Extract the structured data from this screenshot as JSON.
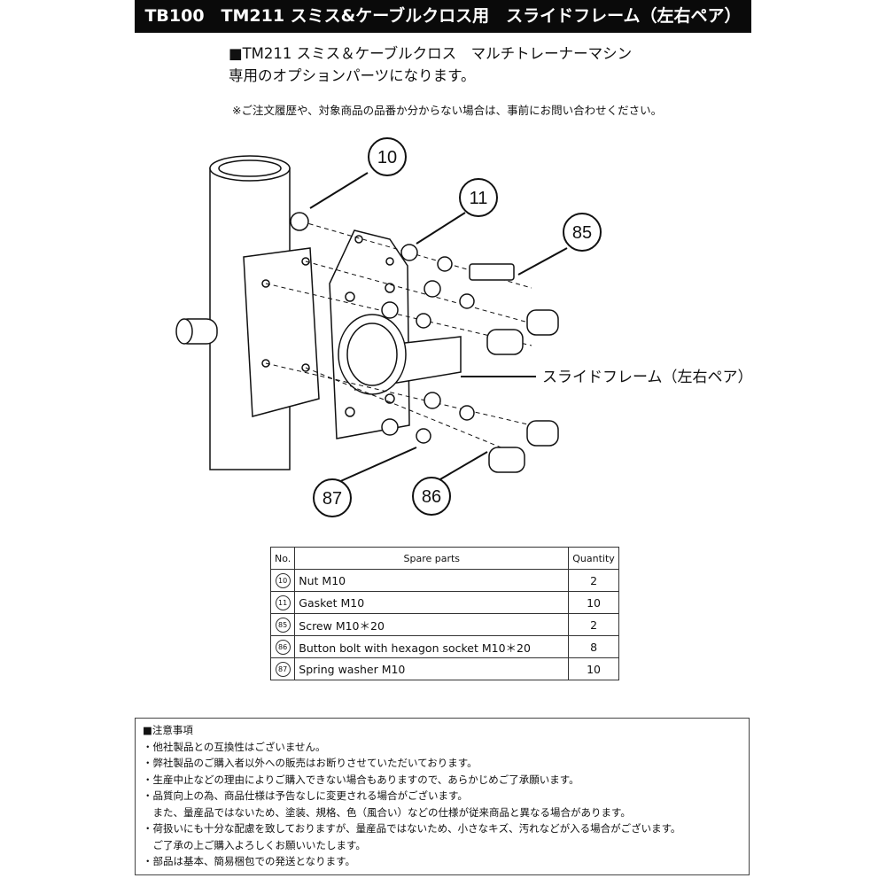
{
  "header": {
    "title": "TB100　TM211 スミス&ケーブルクロス用　スライドフレーム（左右ペア）"
  },
  "intro": {
    "line1": "■TM211 スミス＆ケーブルクロス　マルチトレーナーマシン",
    "line2": "専用のオプションパーツになります。",
    "note": "※ご注文履歴や、対象商品の品番か分からない場合は、事前にお問い合わせください。"
  },
  "diagram": {
    "callouts": [
      "10",
      "11",
      "85",
      "87",
      "86"
    ],
    "label": "スライドフレーム（左右ペア）"
  },
  "table": {
    "headers": [
      "No.",
      "Spare parts",
      "Quantity"
    ],
    "rows": [
      {
        "no": "10",
        "part": "Nut M10",
        "qty": "2"
      },
      {
        "no": "11",
        "part": "Gasket M10",
        "qty": "10"
      },
      {
        "no": "85",
        "part": "Screw M10＊20",
        "qty": "2"
      },
      {
        "no": "86",
        "part": "Button bolt with hexagon socket M10＊20",
        "qty": "8"
      },
      {
        "no": "87",
        "part": "Spring washer M10",
        "qty": "10"
      }
    ]
  },
  "notes": {
    "title": "■注意事項",
    "items": [
      "・他社製品との互換性はございません。",
      "・弊社製品のご購入者以外への販売はお断りさせていただいております。",
      "・生産中止などの理由によりご購入できない場合もありますので、あらかじめご了承願います。",
      "・品質向上の為、商品仕様は予告なしに変更される場合がございます。",
      "　また、量産品ではないため、塗装、規格、色（風合い）などの仕様が従来商品と異なる場合があります。",
      "・荷扱いにも十分な配慮を致しておりますが、量産品ではないため、小さなキズ、汚れなどが入る場合がございます。",
      "　ご了承の上ご購入よろしくお願いいたします。",
      "・部品は基本、簡易梱包での発送となります。"
    ]
  }
}
